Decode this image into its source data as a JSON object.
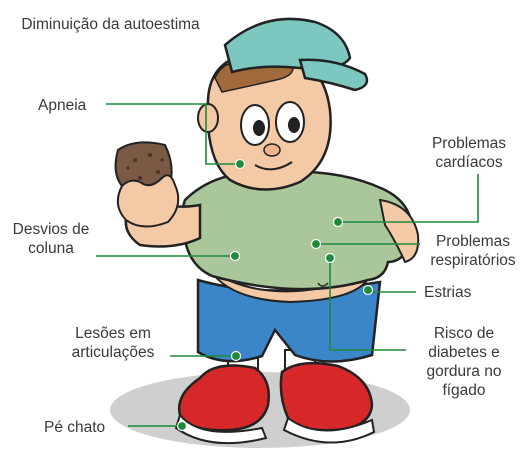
{
  "labels": {
    "self_esteem": "Diminuição da autoestima",
    "apnea": "Apneia",
    "heart": "Problemas cardíacos",
    "spine": "Desvios de coluna",
    "respiratory": "Problemas respiratórios",
    "stretch_marks": "Estrias",
    "joints": "Lesões em articulações",
    "diabetes": "Risco de diabetes e gordura no fígado",
    "flat_foot": "Pé chato"
  },
  "colors": {
    "leader_line": "#1e8a3c",
    "dot": "#1e8a3c",
    "cap": "#7cc8c0",
    "shirt": "#a9c79a",
    "pants": "#3a86c8",
    "shoes": "#d62828",
    "skin": "#f4c9a6"
  }
}
